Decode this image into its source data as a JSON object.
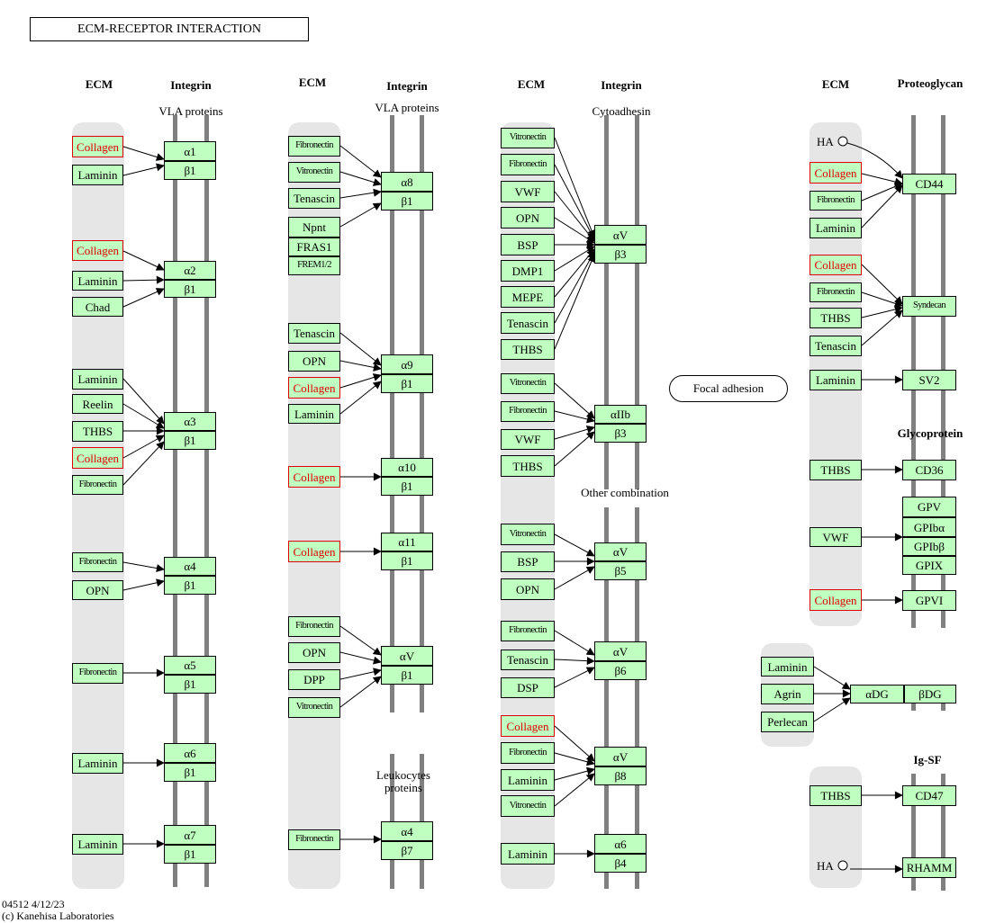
{
  "title": "ECM-RECEPTOR INTERACTION",
  "focal_adhesion": "Focal adhesion",
  "footer": {
    "line1": "04512 4/12/23",
    "line2": "(c) Kanehisa Laboratories"
  },
  "headers": {
    "ecm": "ECM",
    "integrin": "Integrin",
    "proteoglycan": "Proteoglycan",
    "glycoprotein": "Glycoprotein",
    "igsf": "Ig-SF",
    "vla_proteins": "VLA proteins",
    "cytoadhesin": "Cytoadhesin",
    "other_combination": "Other combination",
    "leukocytes_proteins": "Leukocytes proteins"
  },
  "colors": {
    "node_fill": "#bfffbf",
    "highlight": "#e00000",
    "band": "#e6e6e6",
    "membrane": "#808080"
  },
  "ha_label": "HA",
  "nodes": {
    "collagen": "Collagen",
    "laminin": "Laminin",
    "fibronectin": "Fibronectin",
    "vitronectin": "Vitronectin",
    "tenascin": "Tenascin",
    "chad": "Chad",
    "reelin": "Reelin",
    "thbs": "THBS",
    "opn": "OPN",
    "npnt": "Npnt",
    "fras1": "FRAS1",
    "frem12": "FREM1/2",
    "dpp": "DPP",
    "vwf": "VWF",
    "bsp": "BSP",
    "dmp1": "DMP1",
    "mepe": "MEPE",
    "dsp": "DSP",
    "agrin": "Agrin",
    "perlecan": "Perlecan",
    "a1": "α1",
    "a2": "α2",
    "a3": "α3",
    "a4": "α4",
    "a5": "α5",
    "a6": "α6",
    "a7": "α7",
    "a8": "α8",
    "a9": "α9",
    "a10": "α10",
    "a11": "α11",
    "aV": "αV",
    "aIIb": "αIIb",
    "b1": "β1",
    "b3": "β3",
    "b4": "β4",
    "b5": "β5",
    "b6": "β6",
    "b7": "β7",
    "b8": "β8",
    "cd44": "CD44",
    "syndecan": "Syndecan",
    "sv2": "SV2",
    "cd36": "CD36",
    "gpv": "GPV",
    "gpiba": "GPIbα",
    "gpibb": "GPIbβ",
    "gpix": "GPIX",
    "gpvi": "GPVI",
    "adg": "αDG",
    "bdg": "βDG",
    "cd47": "CD47",
    "rhamm": "RHAMM"
  }
}
